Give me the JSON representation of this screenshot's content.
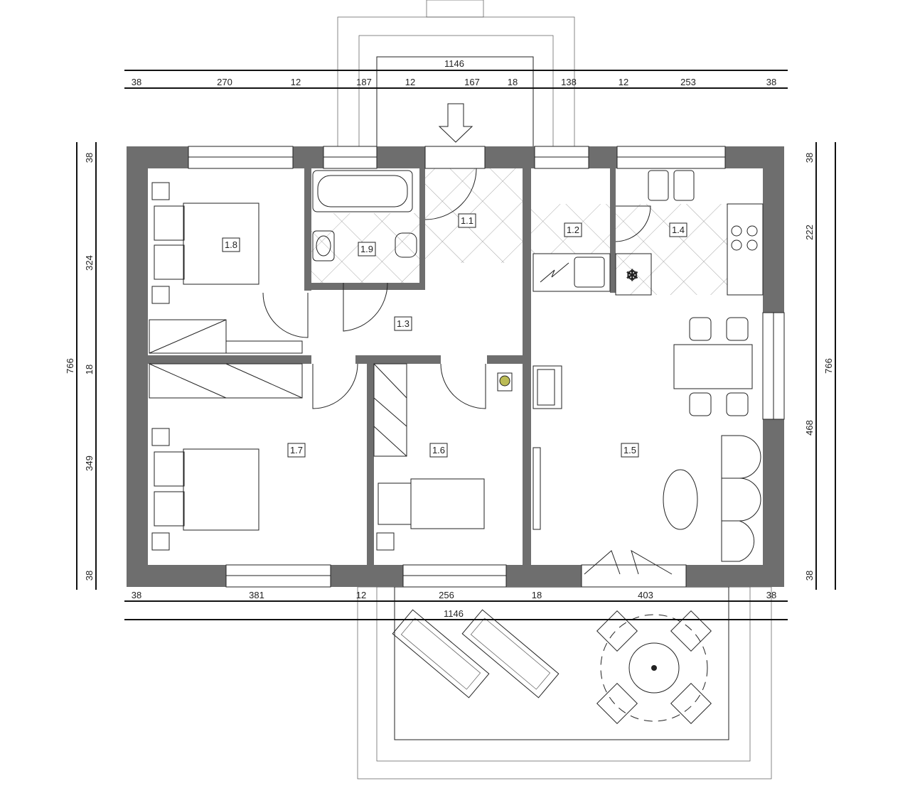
{
  "rooms": [
    "1.1",
    "1.2",
    "1.3",
    "1.4",
    "1.5",
    "1.6",
    "1.7",
    "1.8",
    "1.9"
  ],
  "dimensions": {
    "top_total": "1146",
    "top": [
      "38",
      "270",
      "12",
      "187",
      "12",
      "167",
      "18",
      "138",
      "12",
      "253",
      "38"
    ],
    "left": [
      "38",
      "324",
      "18",
      "349",
      "38"
    ],
    "left_total": "766",
    "right": [
      "38",
      "222",
      "468",
      "38"
    ],
    "right_total": "766",
    "bottom": [
      "38",
      "381",
      "12",
      "256",
      "18",
      "403",
      "38"
    ],
    "bottom_total": "1146"
  },
  "colors": {
    "wall": "#6e6e6e",
    "line": "#222222"
  }
}
